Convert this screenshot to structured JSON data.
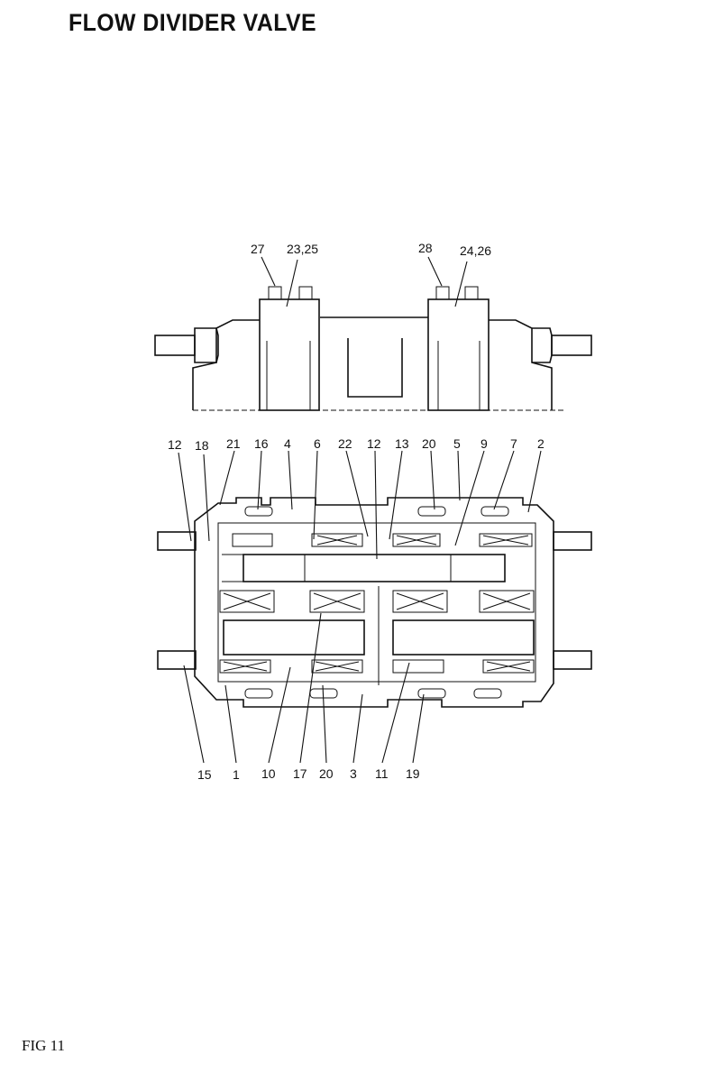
{
  "header": {
    "title": "FLOW DIVIDER VALVE"
  },
  "footer": {
    "figure_label": "FIG 11"
  },
  "top_view": {
    "callouts": [
      "27",
      "23,25",
      "28",
      "24,26"
    ]
  },
  "section_view": {
    "top_callouts": [
      "12",
      "18",
      "21",
      "16",
      "4",
      "6",
      "22",
      "12",
      "13",
      "20",
      "5",
      "9",
      "7",
      "2"
    ],
    "bottom_callouts": [
      "15",
      "1",
      "10",
      "17",
      "20",
      "3",
      "11",
      "19"
    ]
  }
}
